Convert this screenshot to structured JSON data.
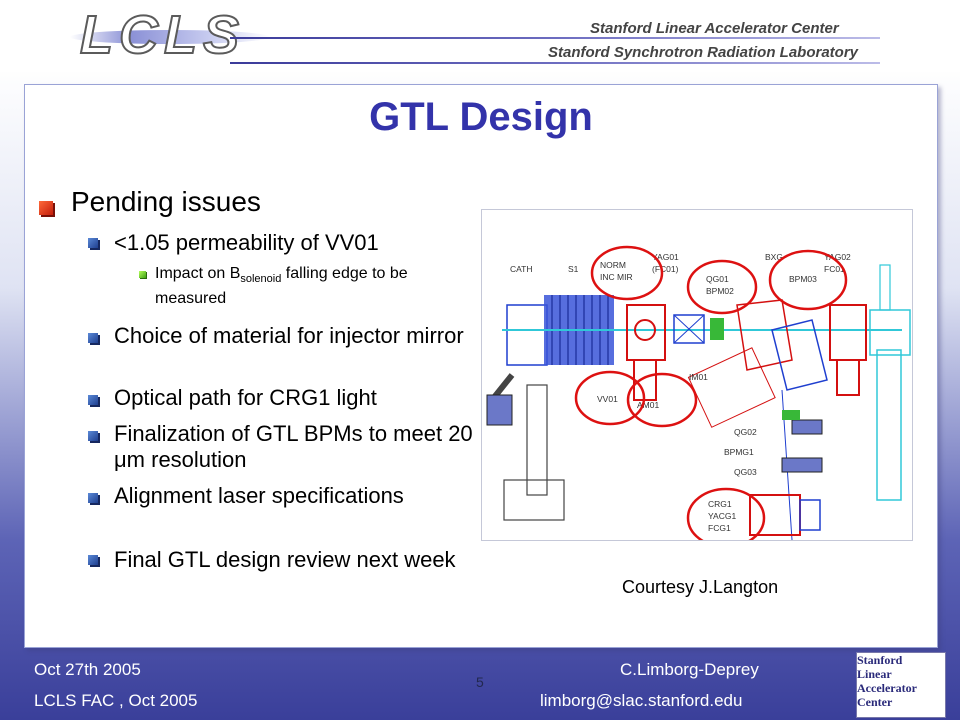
{
  "header": {
    "logo_text": "LCLS",
    "lab_line1": "Stanford Linear Accelerator Center",
    "lab_line2": "Stanford Synchrotron Radiation Laboratory"
  },
  "slide": {
    "title": "GTL Design",
    "level1": "Pending issues",
    "items": [
      "<1.05 permeability of VV01",
      "Choice of material for injector mirror",
      "Optical path for CRG1 light",
      "Finalization of GTL BPMs to meet 20 μm resolution",
      "Alignment laser specifications",
      "Final GTL design review next week"
    ],
    "subitem_prefix": "Impact on B",
    "subitem_sub": "solenoid",
    "subitem_suffix": " falling edge to be measured",
    "credit": "Courtesy J.Langton"
  },
  "figure_labels": {
    "cath": "CATH",
    "s1": "S1",
    "norm": "NORM",
    "inc_mir": "INC  MIR",
    "yag01": "YAG01",
    "fc01": "(FC01)",
    "qg01": "QG01",
    "bpm02": "BPM02",
    "bxg": "BXG",
    "yag02": "YAG02",
    "fc01b": "FC01",
    "bpm03": "BPM03",
    "im01": "IM01",
    "vv01": "VV01",
    "am01": "AM01",
    "qg02": "QG02",
    "bpmg1": "BPMG1",
    "qg03": "QG03",
    "crg1": "CRG1",
    "yacg1": "YACG1",
    "fcg1": "FCG1"
  },
  "footer": {
    "date": "Oct 27th 2005",
    "event": "LCLS FAC , Oct 2005",
    "author": "C.Limborg-Deprey",
    "email": "limborg@slac.stanford.edu",
    "page": "5"
  },
  "slac_logo": {
    "l1": "Stanford",
    "l2": "Linear",
    "l3": "Accelerator",
    "l4": "Center"
  },
  "colors": {
    "title": "#3333aa",
    "highlight_ring": "#dd1111",
    "beamline_red": "#d41010",
    "beamline_blue": "#1f3fcf",
    "beamline_cyan": "#30c8d8",
    "beamline_green": "#38b838"
  }
}
